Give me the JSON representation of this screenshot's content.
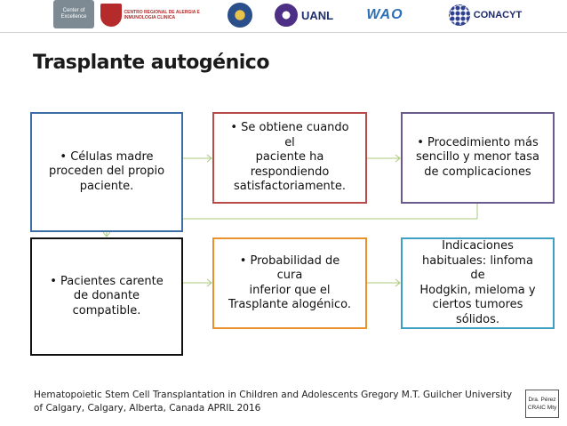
{
  "logos": {
    "center_excellence": "Center of Excellence",
    "craic": "CENTRO REGIONAL DE ALERGIA E INMUNOLOGIA CLINICA",
    "uanl": "UANL",
    "wao": "WAO",
    "conacyt": "CONACYT"
  },
  "title": "Trasplante autogénico",
  "boxes": [
    {
      "text": "• Células madre\nproceden del propio\npaciente.",
      "border": "#3a6ea5"
    },
    {
      "text": "• Se obtiene cuando el\npaciente  ha\nrespondiendo\nsatisfactoriamente.",
      "border": "#b84a4a"
    },
    {
      "text": "• Procedimiento más\nsencillo y menor tasa\nde complicaciones",
      "border": "#6b5a8e"
    },
    {
      "text": "• Pacientes  carente\nde donante\ncompatible.",
      "border": "#111111"
    },
    {
      "text": "• Probabilidad de cura\ninferior que el\nTrasplante alogénico.",
      "border": "#e8912d"
    },
    {
      "text": "Indicaciones\nhabituales: linfoma de\nHodgkin, mieloma y\nciertos  tumores\nsólidos.",
      "border": "#3ea0c2"
    }
  ],
  "connector_color": "#a9c97a",
  "citation": "Hematopoietic Stem Cell Transplantation in Children and Adolescents Gregory M.T. Guilcher University of Calgary, Calgary, Alberta, Canada APRIL 2016",
  "badge": {
    "line1": "Dra. Pérez",
    "line2": "CRAIC Mty"
  }
}
